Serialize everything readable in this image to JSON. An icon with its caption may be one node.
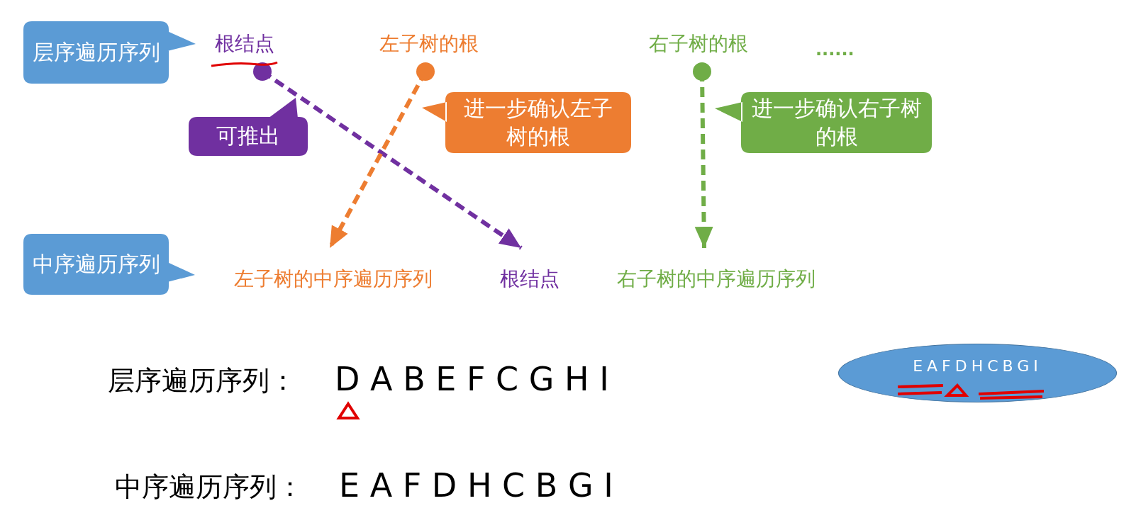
{
  "diagram": {
    "nodes": [
      {
        "text": [
          "层序遍历序列"
        ]
      },
      {
        "text": [
          "根结点"
        ]
      },
      {
        "text": [
          "左子树的根"
        ]
      },
      {
        "text": [
          "右子树的根"
        ]
      },
      {
        "text": [
          "可推出"
        ]
      },
      {
        "text": [
          "进一步确认左子树的根"
        ]
      },
      {
        "text": [
          "进一步确认右子树的根"
        ]
      },
      {
        "text": [
          "中序遍历序列"
        ]
      },
      {
        "text": [
          "左子树的中序遍历序列"
        ]
      },
      {
        "text": [
          "根结点"
        ]
      },
      {
        "text": [
          "右子树的中序遍历序列"
        ]
      },
      {
        "text": [
          "EAFDHCBGI"
        ]
      }
    ],
    "edges": [
      {
        "from": 1,
        "to": 9,
        "arrow": "to",
        "style": "dashed",
        "color": "#7030a0"
      },
      {
        "from": 2,
        "to": 8,
        "arrow": "to",
        "style": "dashed",
        "color": "#ed7d31"
      },
      {
        "from": 3,
        "to": 10,
        "arrow": "to",
        "style": "dashed",
        "color": "#70ad47"
      }
    ],
    "labels": [
      "......",
      "层序遍历序列：",
      "D A B E F C G H I",
      "中序遍历序列：",
      "E A F D H C B G I"
    ]
  }
}
